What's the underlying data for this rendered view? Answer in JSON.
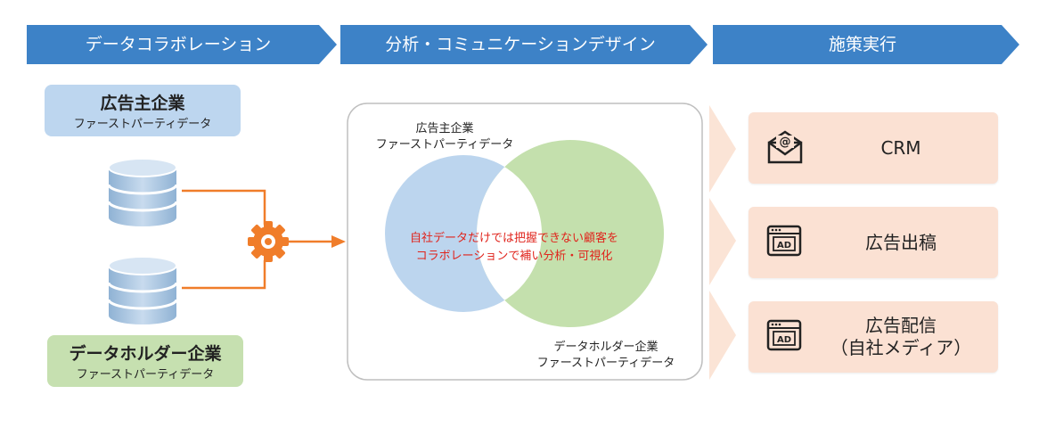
{
  "headers": [
    {
      "label": "データコラボレーション"
    },
    {
      "label": "分析・コミュニケーションデザイン"
    },
    {
      "label": "施策実行"
    }
  ],
  "sources": {
    "advertiser": {
      "title": "広告主企業",
      "subtitle": "ファーストパーティデータ"
    },
    "holder": {
      "title": "データホルダー企業",
      "subtitle": "ファーストパーティデータ"
    }
  },
  "venn": {
    "left_title": "広告主企業",
    "left_subtitle": "ファーストパーティデータ",
    "right_title": "データホルダー企業",
    "right_subtitle": "ファーストパーティデータ",
    "overlap_line1": "自社データだけでは把握できない顧客を",
    "overlap_line2": "コラボレーションで補い分析・可視化"
  },
  "actions": [
    {
      "label": "CRM",
      "icon": "mail-icon"
    },
    {
      "label": "広告出稿",
      "icon": "ad-browser-icon"
    },
    {
      "label": "広告配信",
      "label2": "（自社メディア）",
      "icon": "ad-browser-icon"
    }
  ],
  "colors": {
    "header_blue": "#3d82c7",
    "advertiser_fill": "#bdd6ef",
    "holder_fill": "#c6e0b0",
    "venn_blue": "#bcd5ee",
    "venn_green": "#c4e0ad",
    "connector_orange": "#f07d2a",
    "action_card": "#fbe1d3",
    "chevron": "#fbe4d6"
  }
}
